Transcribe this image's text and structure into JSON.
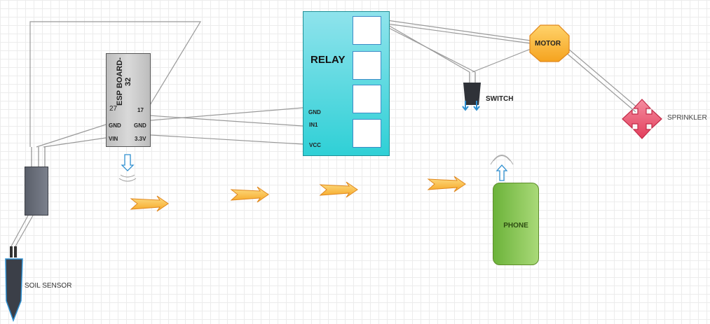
{
  "esp": {
    "title": "ESP BOARD-32",
    "pins": {
      "p27": "27",
      "p17": "17",
      "gnd_left": "GND",
      "gnd_right": "GND",
      "vin": "VIN",
      "v33": "3.3V"
    }
  },
  "relay": {
    "title": "RELAY",
    "pins": {
      "gnd": "GND",
      "in1": "IN1",
      "vcc": "VCC"
    },
    "channels": 4
  },
  "labels": {
    "motor": "MOTOR",
    "switch": "SWITCH",
    "sprinkler": "SPRINKLER",
    "phone": "PHONE",
    "soil_sensor": "SOIL SENSOR"
  },
  "colors": {
    "relay": "#2fd0d6",
    "motor": "#f5a623",
    "sprinkler": "#e8506a",
    "phone": "#7ac143",
    "arrow": "#f5b942",
    "wire": "#9a9a9a",
    "sensor": "#6b707b"
  },
  "icons": {
    "esp_signal": "download-arrow-icon",
    "phone_signal": "wifi-upload-icon",
    "flow": "arrow-right-icon",
    "sprinkler": "four-way-arrow-icon"
  }
}
